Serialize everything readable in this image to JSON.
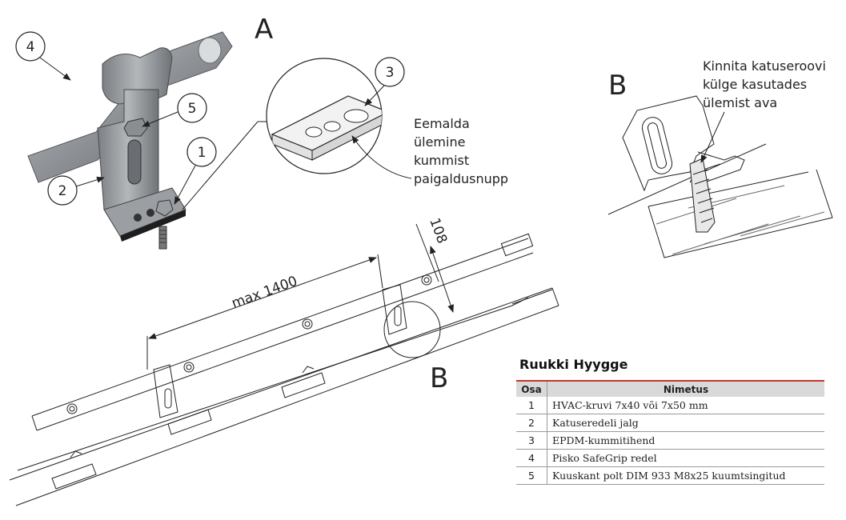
{
  "labels": {
    "a": "A",
    "b_detail": "B",
    "b_main": "B"
  },
  "callouts": [
    "1",
    "2",
    "3",
    "4",
    "5"
  ],
  "dimensions": {
    "span": "max 1400",
    "height": "108"
  },
  "notes": {
    "remove_nub": [
      "Eemalda",
      "ülemine",
      "kummist",
      "paigaldusnupp"
    ],
    "attach": [
      "Kinnita katuseroovi",
      "külge kasutades",
      "ülemist ava"
    ]
  },
  "legend": {
    "title": "Ruukki Hyygge",
    "headers": [
      "Osa",
      "Nimetus"
    ],
    "rows": [
      [
        "1",
        "HVAC-kruvi 7x40 või 7x50 mm"
      ],
      [
        "2",
        "Katuseredeli jalg"
      ],
      [
        "3",
        "EPDM-kummitihend"
      ],
      [
        "4",
        "Pisko SafeGrip redel"
      ],
      [
        "5",
        "Kuuskant polt DIM 933 M8x25 kuumtsingitud"
      ]
    ]
  }
}
